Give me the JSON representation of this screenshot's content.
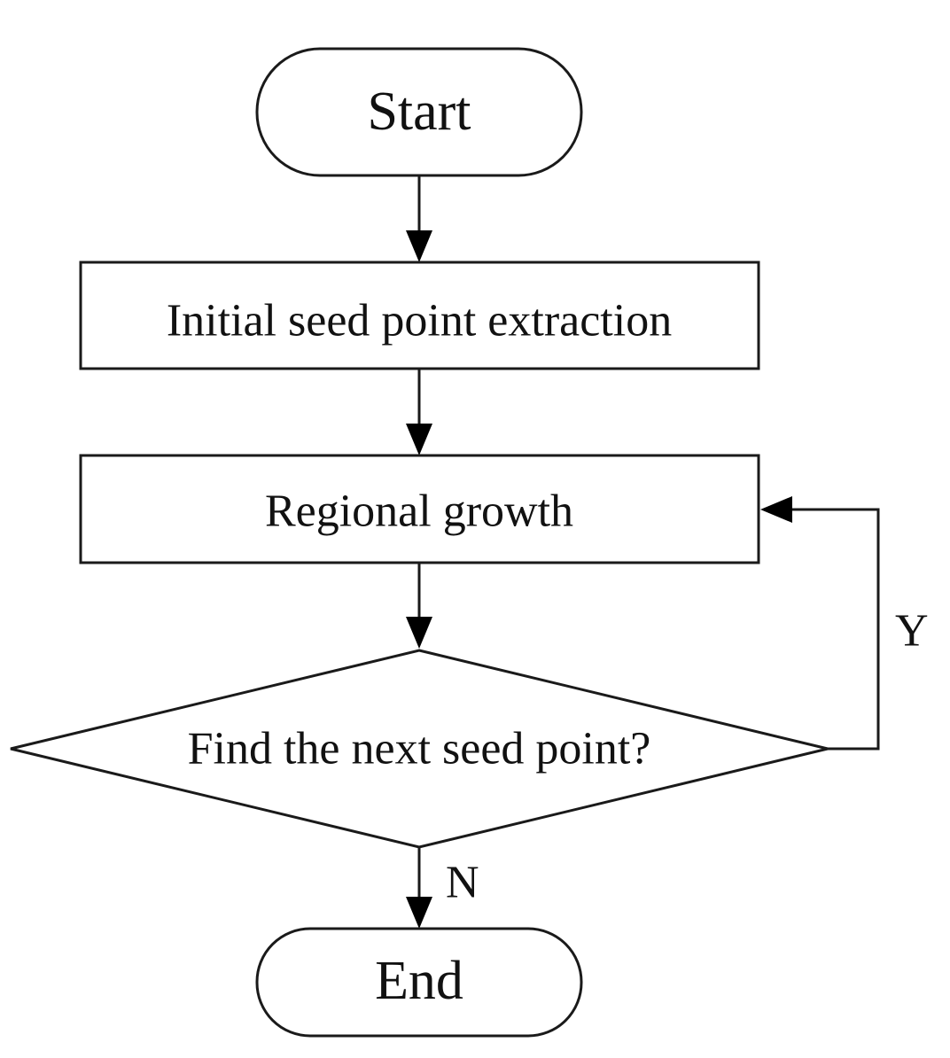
{
  "diagram": {
    "type": "flowchart",
    "nodes": [
      {
        "id": "start",
        "shape": "terminator",
        "label": "Start"
      },
      {
        "id": "seed-extraction",
        "shape": "process",
        "label": "Initial seed point extraction"
      },
      {
        "id": "regional-growth",
        "shape": "process",
        "label": "Regional growth"
      },
      {
        "id": "decision",
        "shape": "decision",
        "label": "Find the next seed point?"
      },
      {
        "id": "end",
        "shape": "terminator",
        "label": "End"
      }
    ],
    "edges": [
      {
        "from": "start",
        "to": "seed-extraction",
        "label": ""
      },
      {
        "from": "seed-extraction",
        "to": "regional-growth",
        "label": ""
      },
      {
        "from": "regional-growth",
        "to": "decision",
        "label": ""
      },
      {
        "from": "decision",
        "to": "regional-growth",
        "label": "Y"
      },
      {
        "from": "decision",
        "to": "end",
        "label": "N"
      }
    ],
    "colors": {
      "stroke": "#1a1a1a",
      "fill": "#ffffff",
      "text": "#111111"
    }
  }
}
